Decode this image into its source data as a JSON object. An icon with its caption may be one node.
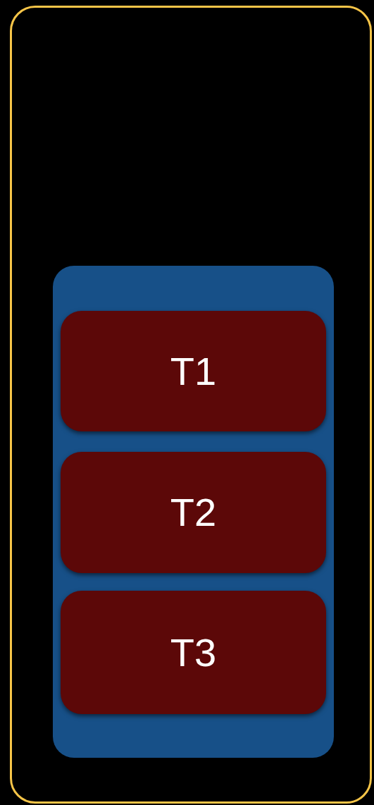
{
  "diagram": {
    "nodes": [
      {
        "text": [],
        "shape": "box"
      },
      {
        "text": [],
        "shape": "box",
        "in": 0
      },
      {
        "text": [
          "T1"
        ],
        "in": 1
      },
      {
        "text": [
          "T2"
        ],
        "in": 1
      },
      {
        "text": [
          "T3"
        ],
        "in": 1
      }
    ]
  }
}
